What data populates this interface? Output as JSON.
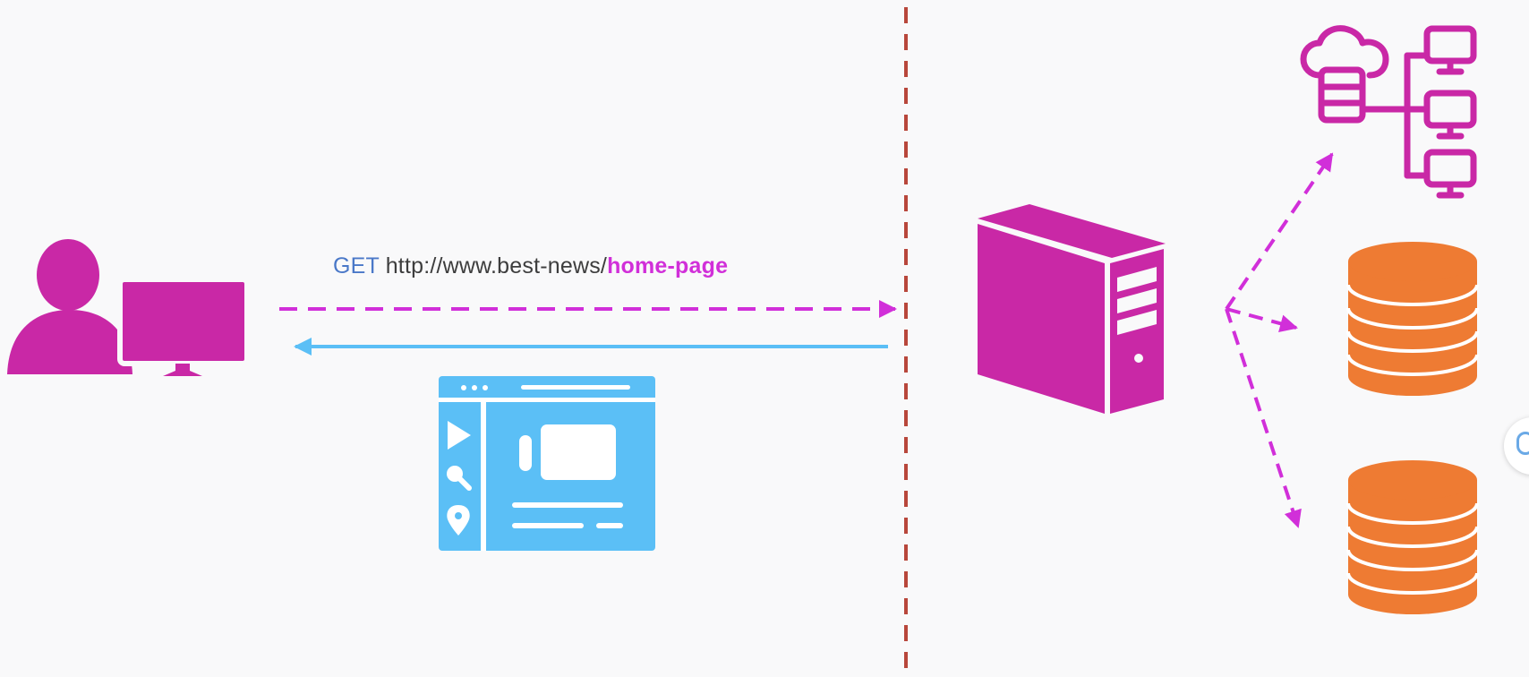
{
  "request": {
    "method": "GET",
    "host": "http://www.best-news/",
    "path": "home-page"
  },
  "colors": {
    "background": "#f9f9fa",
    "magenta": "#c928a6",
    "request_arrow": "#d12fd9",
    "response_blue": "#5bbff6",
    "divider_red": "#b8473b",
    "database_orange": "#ee7b33"
  },
  "icons": {
    "client": "user-with-computer-icon",
    "response": "web-page-icon",
    "server": "server-tower-icon",
    "cloud_network": "cloud-network-icon",
    "database": "database-icon"
  }
}
